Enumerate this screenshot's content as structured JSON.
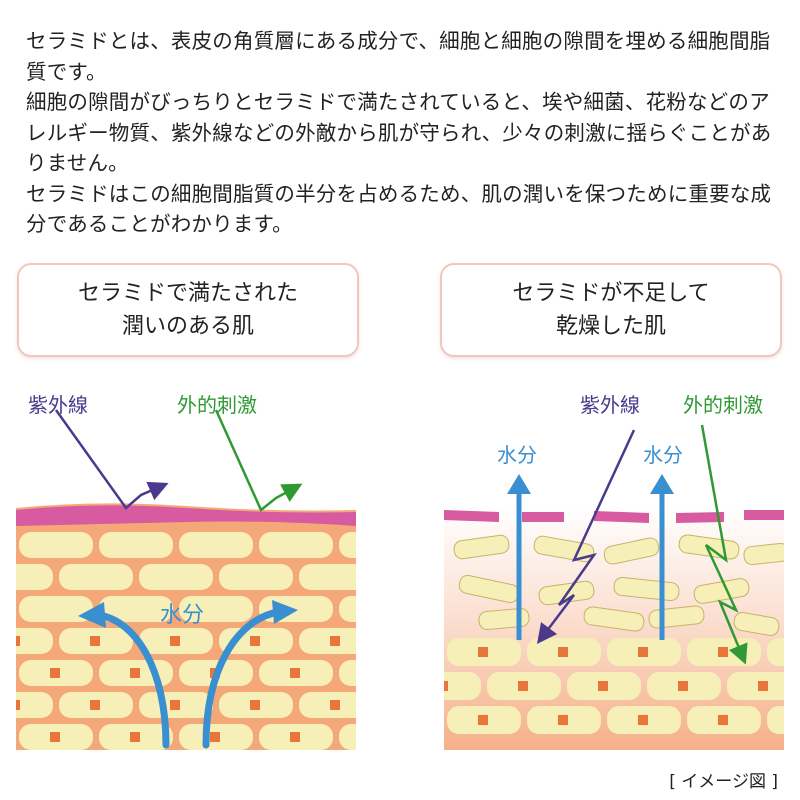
{
  "intro": {
    "paragraphs": [
      "セラミドとは、表皮の角質層にある成分で、細胞と細胞の隙間を埋める細胞間脂質です。",
      "細胞の隙間がびっちりとセラミドで満たされていると、埃や細菌、花粉などのアレルギー物質、紫外線などの外敵から肌が守られ、少々の刺激に揺らぐことがありません。",
      "セラミドはこの細胞間脂質の半分を占めるため、肌の潤いを保つために重要な成分であることがわかります。"
    ]
  },
  "panels": {
    "left": {
      "title_line1": "セラミドで満たされた",
      "title_line2": "潤いのある肌",
      "uv_label": "紫外線",
      "external_label": "外的刺激",
      "water_label": "水分"
    },
    "right": {
      "title_line1": "セラミドが不足して",
      "title_line2": "乾燥した肌",
      "uv_label": "紫外線",
      "external_label": "外的刺激",
      "water_label_1": "水分",
      "water_label_2": "水分"
    }
  },
  "caption": "[ イメージ図 ]",
  "colors": {
    "pink_layer": "#d85aa0",
    "orange_skin": "#f4a877",
    "cell_fill": "#f6efb8",
    "nucleus": "#e8763a",
    "uv_arrow": "#4b3a8c",
    "external_arrow": "#2f9a33",
    "water_arrow": "#3a8fd0"
  }
}
